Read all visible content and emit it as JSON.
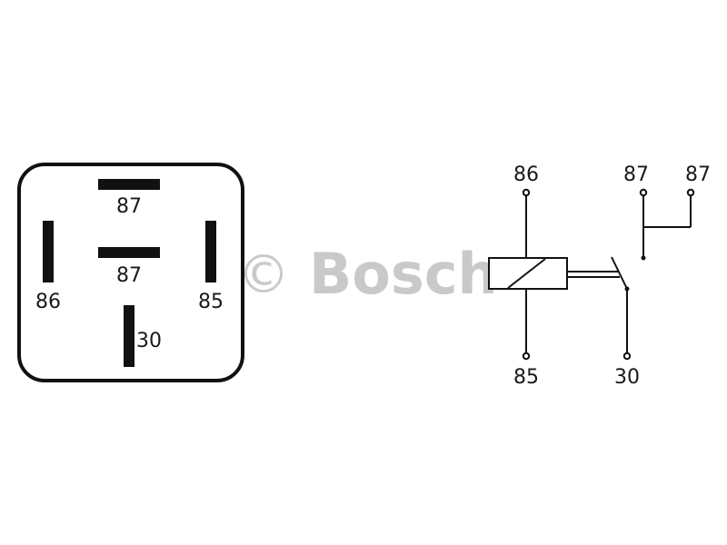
{
  "watermark": {
    "symbol": "©",
    "brand": "Bosch"
  },
  "housing": {
    "pins": [
      {
        "label": "87"
      },
      {
        "label": "87"
      },
      {
        "label": "86"
      },
      {
        "label": "85"
      },
      {
        "label": "30"
      }
    ]
  },
  "schematic": {
    "labels": {
      "pin86": "86",
      "pin87a": "87",
      "pin87b": "87",
      "pin85": "85",
      "pin30": "30"
    }
  },
  "colors": {
    "line": "#111111",
    "watermark": "#c9c9c9",
    "background": "#ffffff"
  }
}
